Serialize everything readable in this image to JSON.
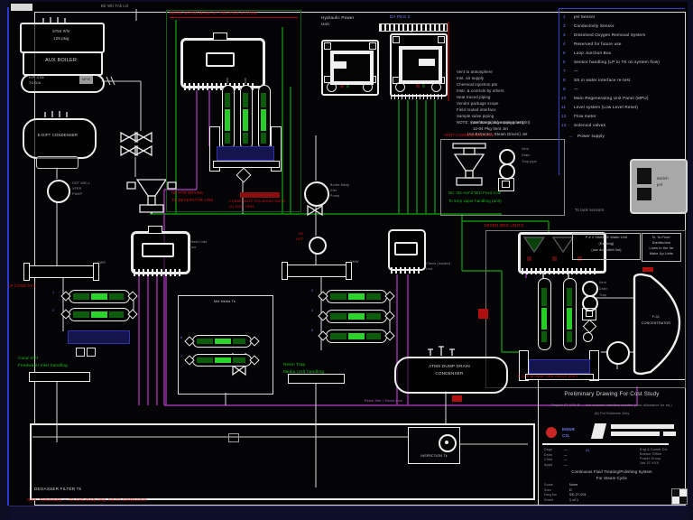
{
  "palette": {
    "green": "#0f8f0f",
    "purple": "#a030b0",
    "red": "#d41414",
    "blue": "#3344cc",
    "navy": "#15154e",
    "white": "#e9e9e9"
  },
  "top": {
    "tank_note": "Blr Wtr Tnk Lvl"
  },
  "aux": {
    "gauge1": "5750 #/hr",
    "gauge2": "125 psig",
    "name": "AUX BOILER",
    "out1": "H.P. STM",
    "out2": "TO D/A",
    "tag": "MFW"
  },
  "condenser": {
    "name": "E-DIFT CONDENSER"
  },
  "hotwell_pump": {
    "l1": "HOT WELL",
    "l2": "XFER",
    "l3": "PUMP"
  },
  "left_train": {
    "hdr_tag": "CWR",
    "n1": "1",
    "n2": "2",
    "feed1": "Cond Xfer",
    "feed2": "Feedwater inlet handling"
  },
  "demin": {
    "banner": "DEMIN WATER MAKE-UP TREATING SYSTEM"
  },
  "goblet": {
    "red1": "HP HTR DRAINS",
    "red2": "TO DEAERATOR LINK"
  },
  "center_train": {
    "pump_l1": "Boiler Mkup",
    "pump_l2": "Xfer",
    "pump_l3": "Pump",
    "red1": "NC",
    "red2": "HOT",
    "hdr_tag": "DMW",
    "n3": "3",
    "n4": "4",
    "n5": "5",
    "resin1": "Resin Trap",
    "resin2": "Media (vsl) handling"
  },
  "device2": {
    "lbl1": "Resin Inlet",
    "lbl2": "Line"
  },
  "device3": {
    "lbl1": "Check (Isolate)",
    "lbl2": "Line"
  },
  "subbox": {
    "title": "Mid Media Tk",
    "n6": "6",
    "n7": "7"
  },
  "polisher": {
    "banner": "CONDENSATE POLISHING UNITS",
    "banner2": "(2) 100% TRNS"
  },
  "left_red": "LP COND SYS",
  "panels": {
    "hpu1": "Hydraulic Power",
    "hpu2": "Unit",
    "da": "DA PKG 2"
  },
  "legend": {
    "lines": [
      "Vent to atmosphere",
      "Inst. air supply",
      "Chemical injection pts",
      "Instr. & controls by others",
      "Heat traced piping",
      "Vendor package scope",
      "Field routed interface",
      "Sample valve piping",
      "NOTE: Interface piping arrangement"
    ]
  },
  "ventbox": {
    "l1": "12-04 Pkg Vent Jet",
    "l2": "(Air Extractor, Steam Driven) Jet",
    "l3": "(use Samp Valve piping arr'gmt)",
    "banner": "VENT CONDENSING UNIT",
    "s1": "Vent",
    "s2": "Drain",
    "s3": "Trap pipe"
  },
  "deoxo": {
    "g1": "NC: De-Aer'd M/U Feed Link",
    "g2": "To strip vapor handling (unit)",
    "sensors": "To tank sensors"
  },
  "notes": {
    "items": [
      {
        "n": "1",
        "t": "pH Sensor"
      },
      {
        "n": "2",
        "t": "Conductivity Sensor"
      },
      {
        "n": "3",
        "t": "Dissolved Oxygen Removal System"
      },
      {
        "n": "4",
        "t": "Reserved for future use"
      },
      {
        "n": "5",
        "t": "Loop Junction Box"
      },
      {
        "n": "6",
        "t": "Sensor handling (LP to TK on system flow)"
      },
      {
        "n": "7",
        "t": "—"
      },
      {
        "n": "8",
        "t": "SS in water interface re-test"
      },
      {
        "n": "9",
        "t": "—"
      },
      {
        "n": "10",
        "t": "Main Regenerating Unit Panel (MPU)"
      },
      {
        "n": "11",
        "t": "Level system (Low Level Reset)"
      },
      {
        "n": "12",
        "t": "Flow meter"
      },
      {
        "n": "13",
        "t": "Solenoid valves"
      }
    ],
    "arrow": "→",
    "last": "Power supply"
  },
  "switch_panel": {
    "l1": "switch",
    "l2": "pnl"
  },
  "sectionk": {
    "red": "MIXED BED UNITS",
    "boxa": [
      "P # 2 SAMPLE Water Unit",
      "(Existing)",
      "(use docs/drift list)"
    ],
    "boxb": [
      "To 'In-Floor'",
      "Distribution",
      "Lines to the far",
      "Make-Up Units"
    ],
    "s1": "Vent",
    "s2": "Drain",
    "s3": "Trap",
    "dv1": "F-01",
    "dv2": "CONCENTRATOR"
  },
  "drains": {
    "purple_lbl": "Resin Xfer / Sluice Line"
  },
  "atms": {
    "l1": "ATMS DUMP DRAIN",
    "l2": "CONDENSER",
    "red": "E-21 ATM DUMP DRN CNDSR (REF)"
  },
  "tank": {
    "name": "DEGASSER FILTER Tk",
    "inspection": "INSPECTION Tk"
  },
  "titleblock": {
    "title": "Preliminary Drawing For Cost Study",
    "sub1": "Project 27-XXX-B — doc channel interface needed (cost allowance for ea.)",
    "sub2": "(A) For Estimate Only",
    "blue1": "ENGR",
    "blue2": "CO.",
    "rows": [
      [
        "Dsgn",
        "—"
      ],
      [
        "Drwn",
        "—"
      ],
      [
        "Chkd",
        "—"
      ],
      [
        "Appd",
        "—"
      ]
    ],
    "addr": [
      "Eng & Constr Div",
      "Boston Office",
      "Power Group",
      "Job 27-XXX"
    ],
    "mid1": "Continuous Fluid Treating/Polishing System",
    "mid2": "For Steam Cycle",
    "brow": [
      [
        "Scale",
        "None"
      ],
      [
        "Size",
        "D"
      ],
      [
        "Dwg No",
        "SK-27-001"
      ],
      [
        "Sheet",
        "1 of 1"
      ]
    ],
    "blue_mark": "A1"
  },
  "bottom_note": "Note: Preliminary — for cost study only, not for construction"
}
